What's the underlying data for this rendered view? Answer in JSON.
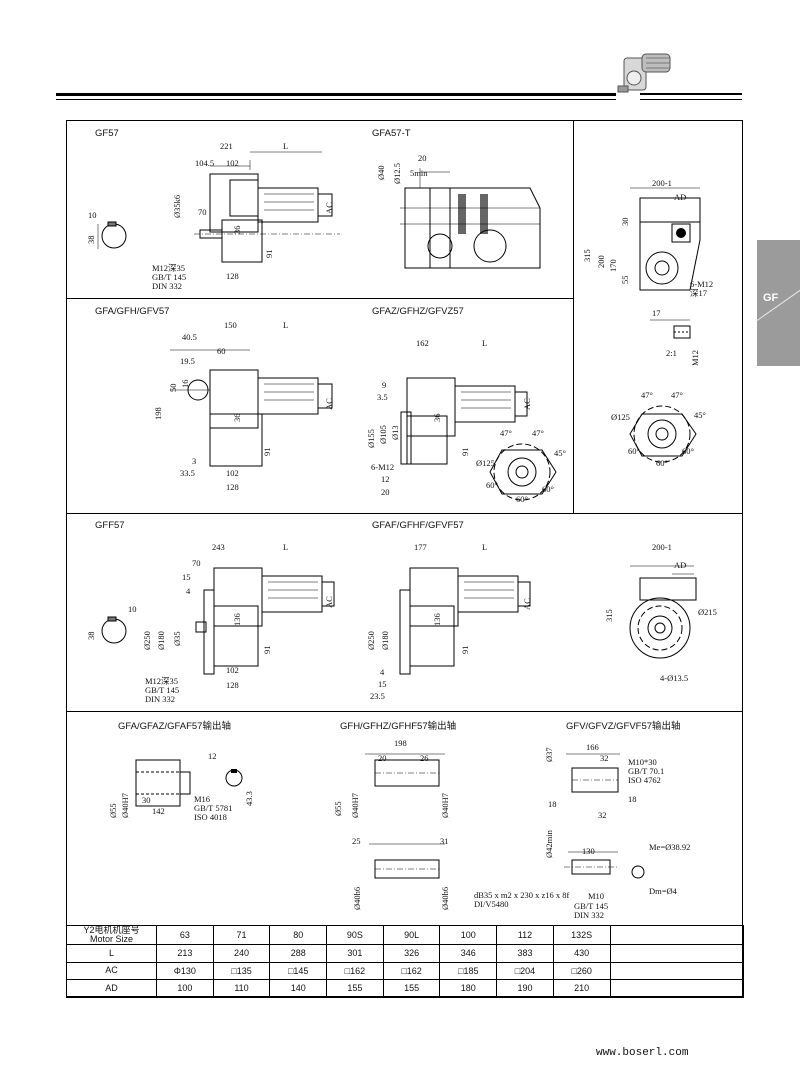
{
  "header": {
    "product_icon": "gear-reducer-icon"
  },
  "side_tab": {
    "label": "GF"
  },
  "sections": {
    "gf57": {
      "title": "GF57",
      "dims": [
        "221",
        "L",
        "104.5",
        "102",
        "70",
        "Ø35k6",
        "36",
        "91",
        "AC",
        "128",
        "10",
        "38"
      ],
      "notes": [
        "M12深35",
        "GB/T 145",
        "DIN 332"
      ]
    },
    "gfa57t": {
      "title": "GFA57-T",
      "dims": [
        "Ø40",
        "Ø12.5",
        "20",
        "5min"
      ]
    },
    "side_top": {
      "dims": [
        "200-1",
        "AD",
        "30",
        "315",
        "200",
        "170",
        "55",
        "17",
        "M12",
        "2:1"
      ],
      "notes": [
        "6-M12",
        "深17"
      ]
    },
    "gfa57": {
      "title": "GFA/GFH/GFV57",
      "dims": [
        "150",
        "L",
        "40.5",
        "60",
        "19.5",
        "50",
        "16",
        "198",
        "3",
        "33.5",
        "102",
        "128",
        "91",
        "AC",
        "36"
      ]
    },
    "gfaz57": {
      "title": "GFAZ/GFHZ/GFVZ57",
      "dims": [
        "162",
        "L",
        "9",
        "3.5",
        "Ø155",
        "Ø105",
        "Ø13",
        "6-M12",
        "12",
        "20",
        "91",
        "AC",
        "36"
      ]
    },
    "flange_small": {
      "dims": [
        "47°",
        "47°",
        "45°",
        "Ø125",
        "60°",
        "60°",
        "60°"
      ]
    },
    "flange_mid": {
      "dims": [
        "47°",
        "47°",
        "45°",
        "Ø125",
        "60°",
        "60°",
        "60°"
      ]
    },
    "gff57": {
      "title": "GFF57",
      "dims": [
        "243",
        "L",
        "70",
        "15",
        "4",
        "Ø250",
        "Ø180",
        "Ø35",
        "136",
        "91",
        "AC",
        "102",
        "128",
        "10",
        "38"
      ],
      "notes": [
        "M12深35",
        "GB/T 145",
        "DIN 332"
      ]
    },
    "gfaf57": {
      "title": "GFAF/GFHF/GFVF57",
      "dims": [
        "177",
        "L",
        "Ø250",
        "Ø180",
        "136",
        "91",
        "AC",
        "4",
        "15",
        "23.5"
      ]
    },
    "side_mid": {
      "dims": [
        "200-1",
        "AD",
        "315",
        "Ø215",
        "4-Ø13.5"
      ]
    },
    "shaft_gfa": {
      "title": "GFA/GFAZ/GFAF57输出轴",
      "dims": [
        "12",
        "Ø55",
        "Ø40H7",
        "30",
        "142",
        "43.3"
      ],
      "notes": [
        "M16",
        "GB/T 5781",
        "ISO 4018"
      ]
    },
    "shaft_gfh": {
      "title": "GFH/GFHZ/GFHF57输出轴",
      "dims": [
        "198",
        "20",
        "26",
        "Ø55",
        "Ø40H7",
        "Ø40H7",
        "25",
        "31",
        "Ø40h6",
        "Ø40h6"
      ]
    },
    "shaft_gfv": {
      "title": "GFV/GFVZ/GFVF57输出轴",
      "dims": [
        "Ø37",
        "166",
        "32",
        "18",
        "32",
        "18",
        "Ø42min",
        "130",
        "M10",
        "Me=Ø38.92",
        "Dm=Ø4"
      ],
      "notes": [
        "M10*30",
        "GB/T 70.1",
        "ISO 4762",
        "dB35 x m2 x 230 x z16 x 8f",
        "DI/V5480",
        "GB/T 145",
        "DIN 332"
      ]
    }
  },
  "table": {
    "header": {
      "cn": "Y2电机机座号",
      "en": "Motor Size"
    },
    "sizes": [
      "63",
      "71",
      "80",
      "90S",
      "90L",
      "100",
      "112",
      "132S"
    ],
    "rows": [
      {
        "label": "L",
        "values": [
          "213",
          "240",
          "288",
          "301",
          "326",
          "346",
          "383",
          "430"
        ]
      },
      {
        "label": "AC",
        "values": [
          "Φ130",
          "□135",
          "□145",
          "□162",
          "□162",
          "□185",
          "□204",
          "□260"
        ]
      },
      {
        "label": "AD",
        "values": [
          "100",
          "110",
          "140",
          "155",
          "155",
          "180",
          "190",
          "210"
        ]
      }
    ]
  },
  "footer": {
    "url": "www.boserl.com"
  }
}
